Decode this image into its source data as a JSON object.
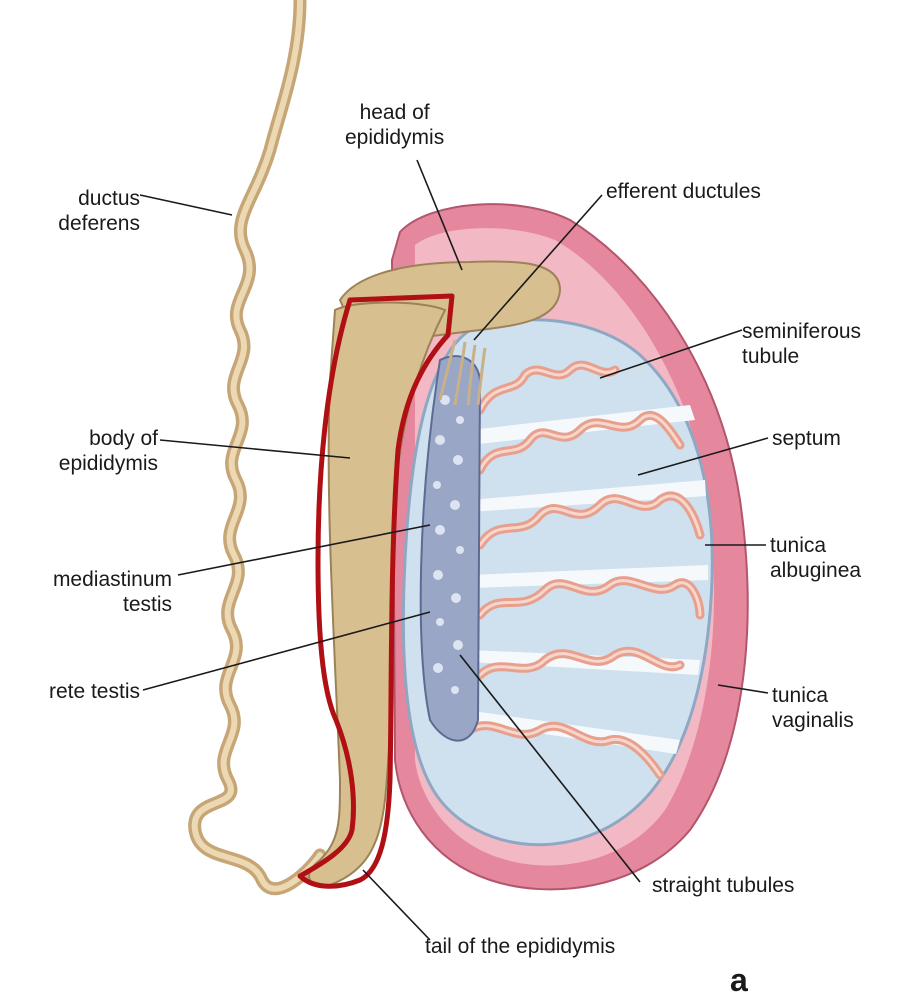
{
  "labels": {
    "head_of_epididymis": [
      "head of",
      "epididymis"
    ],
    "efferent_ductules": "efferent ductules",
    "ductus_deferens": [
      "ductus",
      "deferens"
    ],
    "seminiferous_tubule": [
      "seminiferous",
      "tubule"
    ],
    "body_of_epididymis": [
      "body of",
      "epididymis"
    ],
    "septum": "septum",
    "tunica_albuginea": [
      "tunica",
      "albuginea"
    ],
    "mediastinum_testis": [
      "mediastinum",
      "testis"
    ],
    "rete_testis": "rete testis",
    "tunica_vaginalis": [
      "tunica",
      "vaginalis"
    ],
    "straight_tubules": "straight tubules",
    "tail_of_epididymis": "tail of the epididymis"
  },
  "panel_letter": "a",
  "colors": {
    "epididymis": "#d8bf8f",
    "tunica_vaginalis": "#e78aa0",
    "tunica_albuginea": "#cfe0ee",
    "seminiferous": "#ecab98",
    "rete": "#7f8fb4",
    "highlight_outline": "#b00f14"
  }
}
